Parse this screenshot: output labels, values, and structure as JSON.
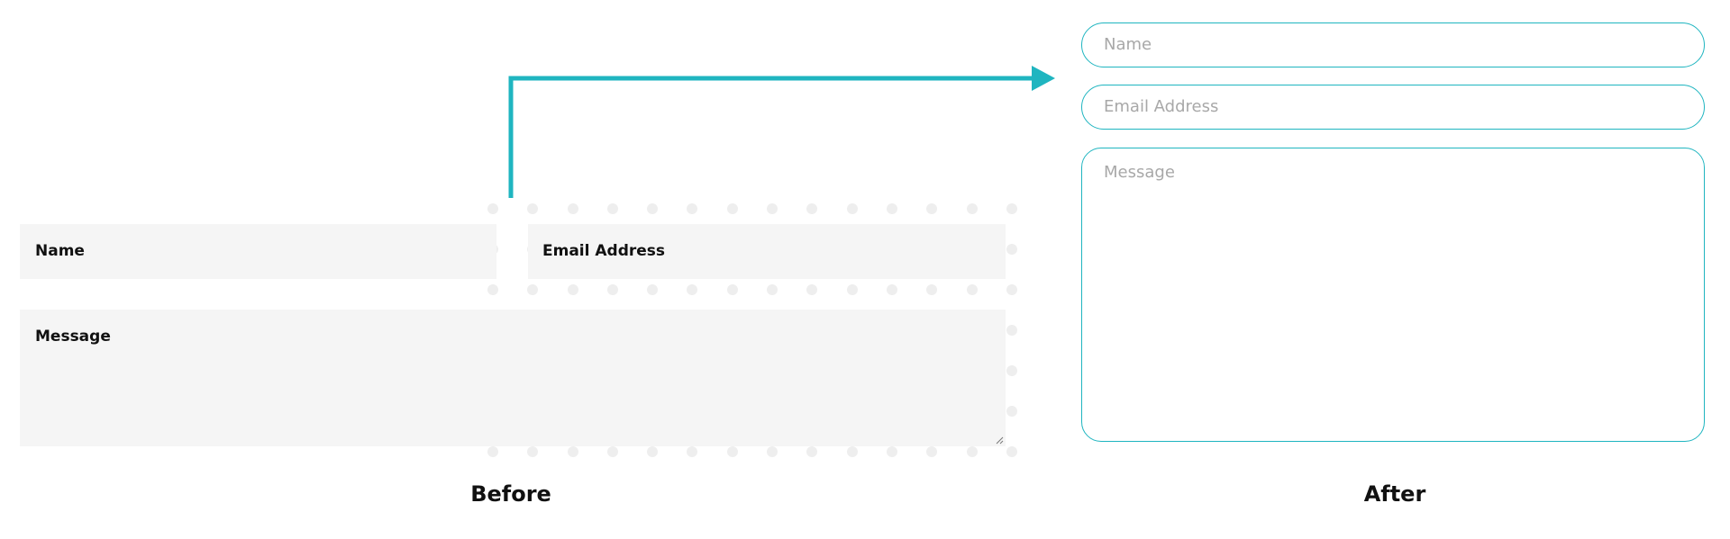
{
  "before": {
    "caption": "Before",
    "fields": {
      "name_label": "Name",
      "email_label": "Email Address",
      "message_label": "Message"
    }
  },
  "after": {
    "caption": "After",
    "fields": {
      "name_placeholder": "Name",
      "email_placeholder": "Email Address",
      "message_placeholder": "Message"
    }
  },
  "colors": {
    "accent": "#1fb5c0",
    "field_background": "#f5f5f5",
    "dots": "#eeeeee",
    "placeholder_text": "#a8a8a8"
  }
}
